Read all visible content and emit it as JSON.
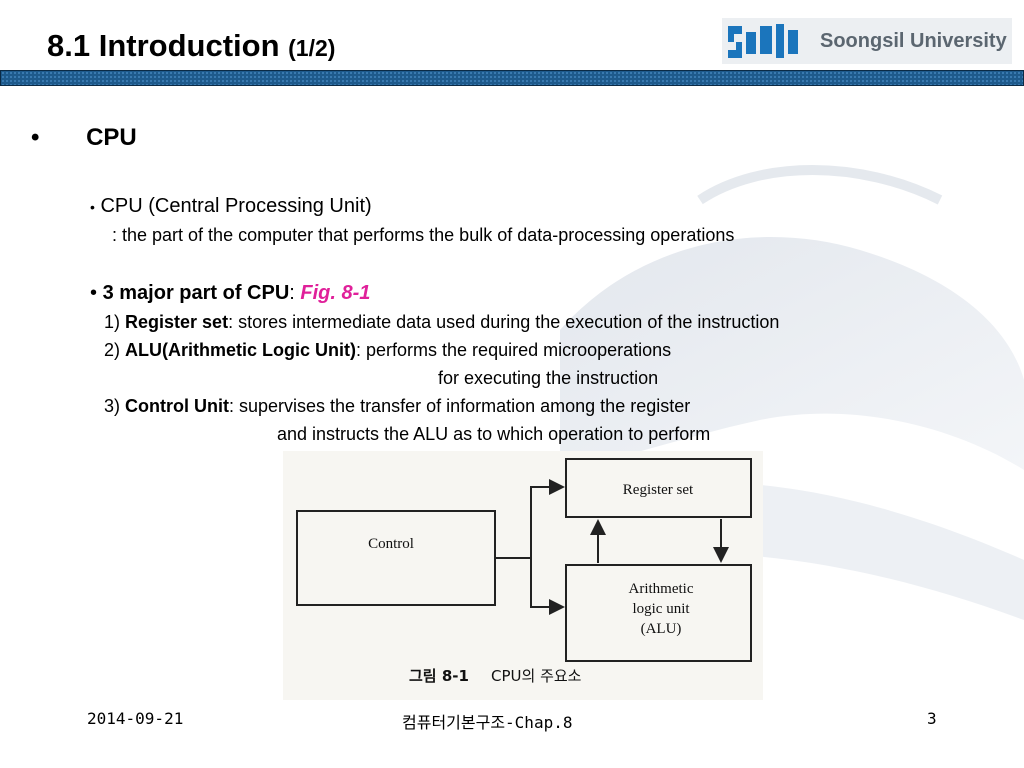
{
  "header": {
    "title": "8.1  Introduction",
    "title_suffix": "(1/2)",
    "logo_text": "Soongsil University"
  },
  "content": {
    "main_bullet": "CPU",
    "def_title": "CPU (Central Processing Unit)",
    "def_body": ": the part of the computer that performs the bulk of data-processing operations",
    "major_title": "3 major part of CPU",
    "major_sep": ": ",
    "major_fig": "Fig. 8-1",
    "items": [
      {
        "num": "1) ",
        "term": "Register set",
        "desc": ": stores intermediate data used during the execution of the instruction"
      },
      {
        "num": "2) ",
        "term": "ALU(Arithmetic Logic Unit)",
        "desc": ": performs the required microoperations",
        "cont": "for executing the instruction"
      },
      {
        "num": "3) ",
        "term": "Control Unit",
        "desc": ": supervises the transfer of information among the register",
        "cont": "and instructs the ALU as to which operation to perform"
      }
    ]
  },
  "figure": {
    "control": "Control",
    "register": "Register set",
    "alu_1": "Arithmetic",
    "alu_2": "logic unit",
    "alu_3": "(ALU)",
    "caption_label": "그림 8-1",
    "caption_text": "CPU의 주요소"
  },
  "footer": {
    "date": "2014-09-21",
    "course": "컴퓨터기본구조-Chap.8",
    "page": "3"
  },
  "colors": {
    "rule": "#1e5a8c",
    "fig_ref": "#e0209a"
  }
}
